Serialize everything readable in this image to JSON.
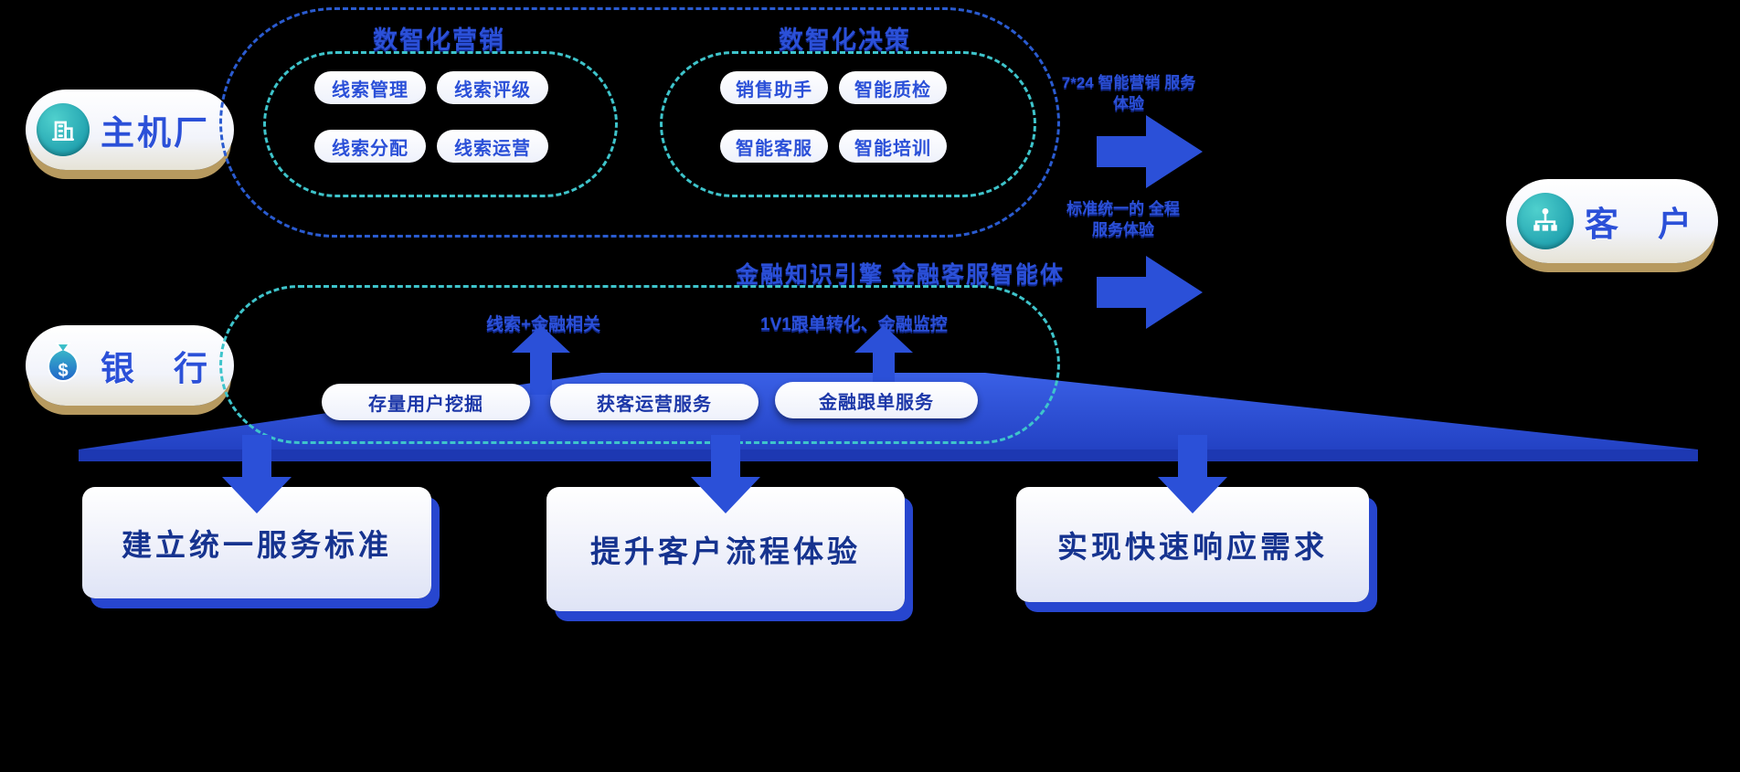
{
  "colors": {
    "accent_blue": "#2b50d8",
    "teal": "#3ec4cb",
    "card_text": "#16338f",
    "shadow_tan": "#b79a5f",
    "background": "#000000"
  },
  "badges": {
    "oem": {
      "label": "主机厂",
      "icon": "factory-icon"
    },
    "bank": {
      "label": "银　行",
      "icon": "money-bag-icon"
    },
    "customer": {
      "label": "客　户",
      "icon": "org-chart-icon"
    }
  },
  "marketing_group": {
    "title": "数智化营销",
    "items": [
      "线索管理",
      "线索评级",
      "线索分配",
      "线索运营"
    ]
  },
  "decision_group": {
    "title": "数智化决策",
    "items": [
      "销售助手",
      "智能质检",
      "智能客服",
      "智能培训"
    ]
  },
  "right_flow": {
    "top_label": "7*24 智能营销 服务体验",
    "bottom_label": "标准统一的 全程服务体验"
  },
  "finance_section": {
    "title": "金融知识引擎 金融客服智能体",
    "left_note": "线索+金融相关",
    "right_note": "1V1跟单转化、金融监控",
    "pills": [
      "存量用户挖掘",
      "获客运营服务",
      "金融跟单服务"
    ]
  },
  "bottom_cards": [
    "建立统一服务标准",
    "提升客户流程体验",
    "实现快速响应需求"
  ]
}
